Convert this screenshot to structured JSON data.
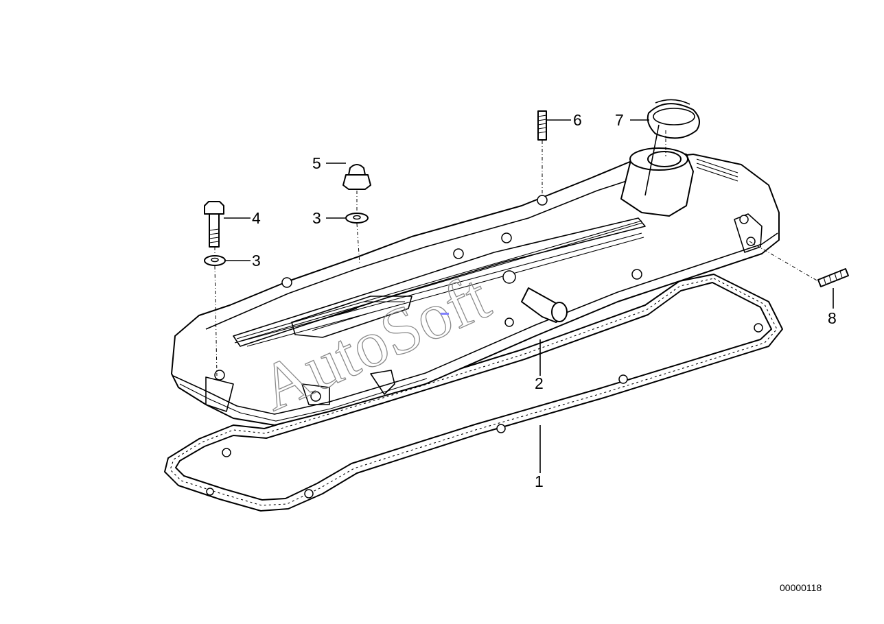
{
  "diagram": {
    "parts": [
      {
        "label": "1",
        "name": "gasket"
      },
      {
        "label": "2",
        "name": "cylinder-head-cover"
      },
      {
        "label": "3",
        "name": "washer"
      },
      {
        "label": "3",
        "name": "washer"
      },
      {
        "label": "4",
        "name": "bolt"
      },
      {
        "label": "5",
        "name": "cap-nut"
      },
      {
        "label": "6",
        "name": "stud"
      },
      {
        "label": "7",
        "name": "filler-cap"
      },
      {
        "label": "8",
        "name": "stud"
      }
    ],
    "diagram_id": "00000118",
    "watermark": "AutoSoft",
    "colors": {
      "ink": "#000000",
      "background": "#ffffff",
      "watermark": "#8a8a8a",
      "marker": "#8080ff"
    }
  }
}
